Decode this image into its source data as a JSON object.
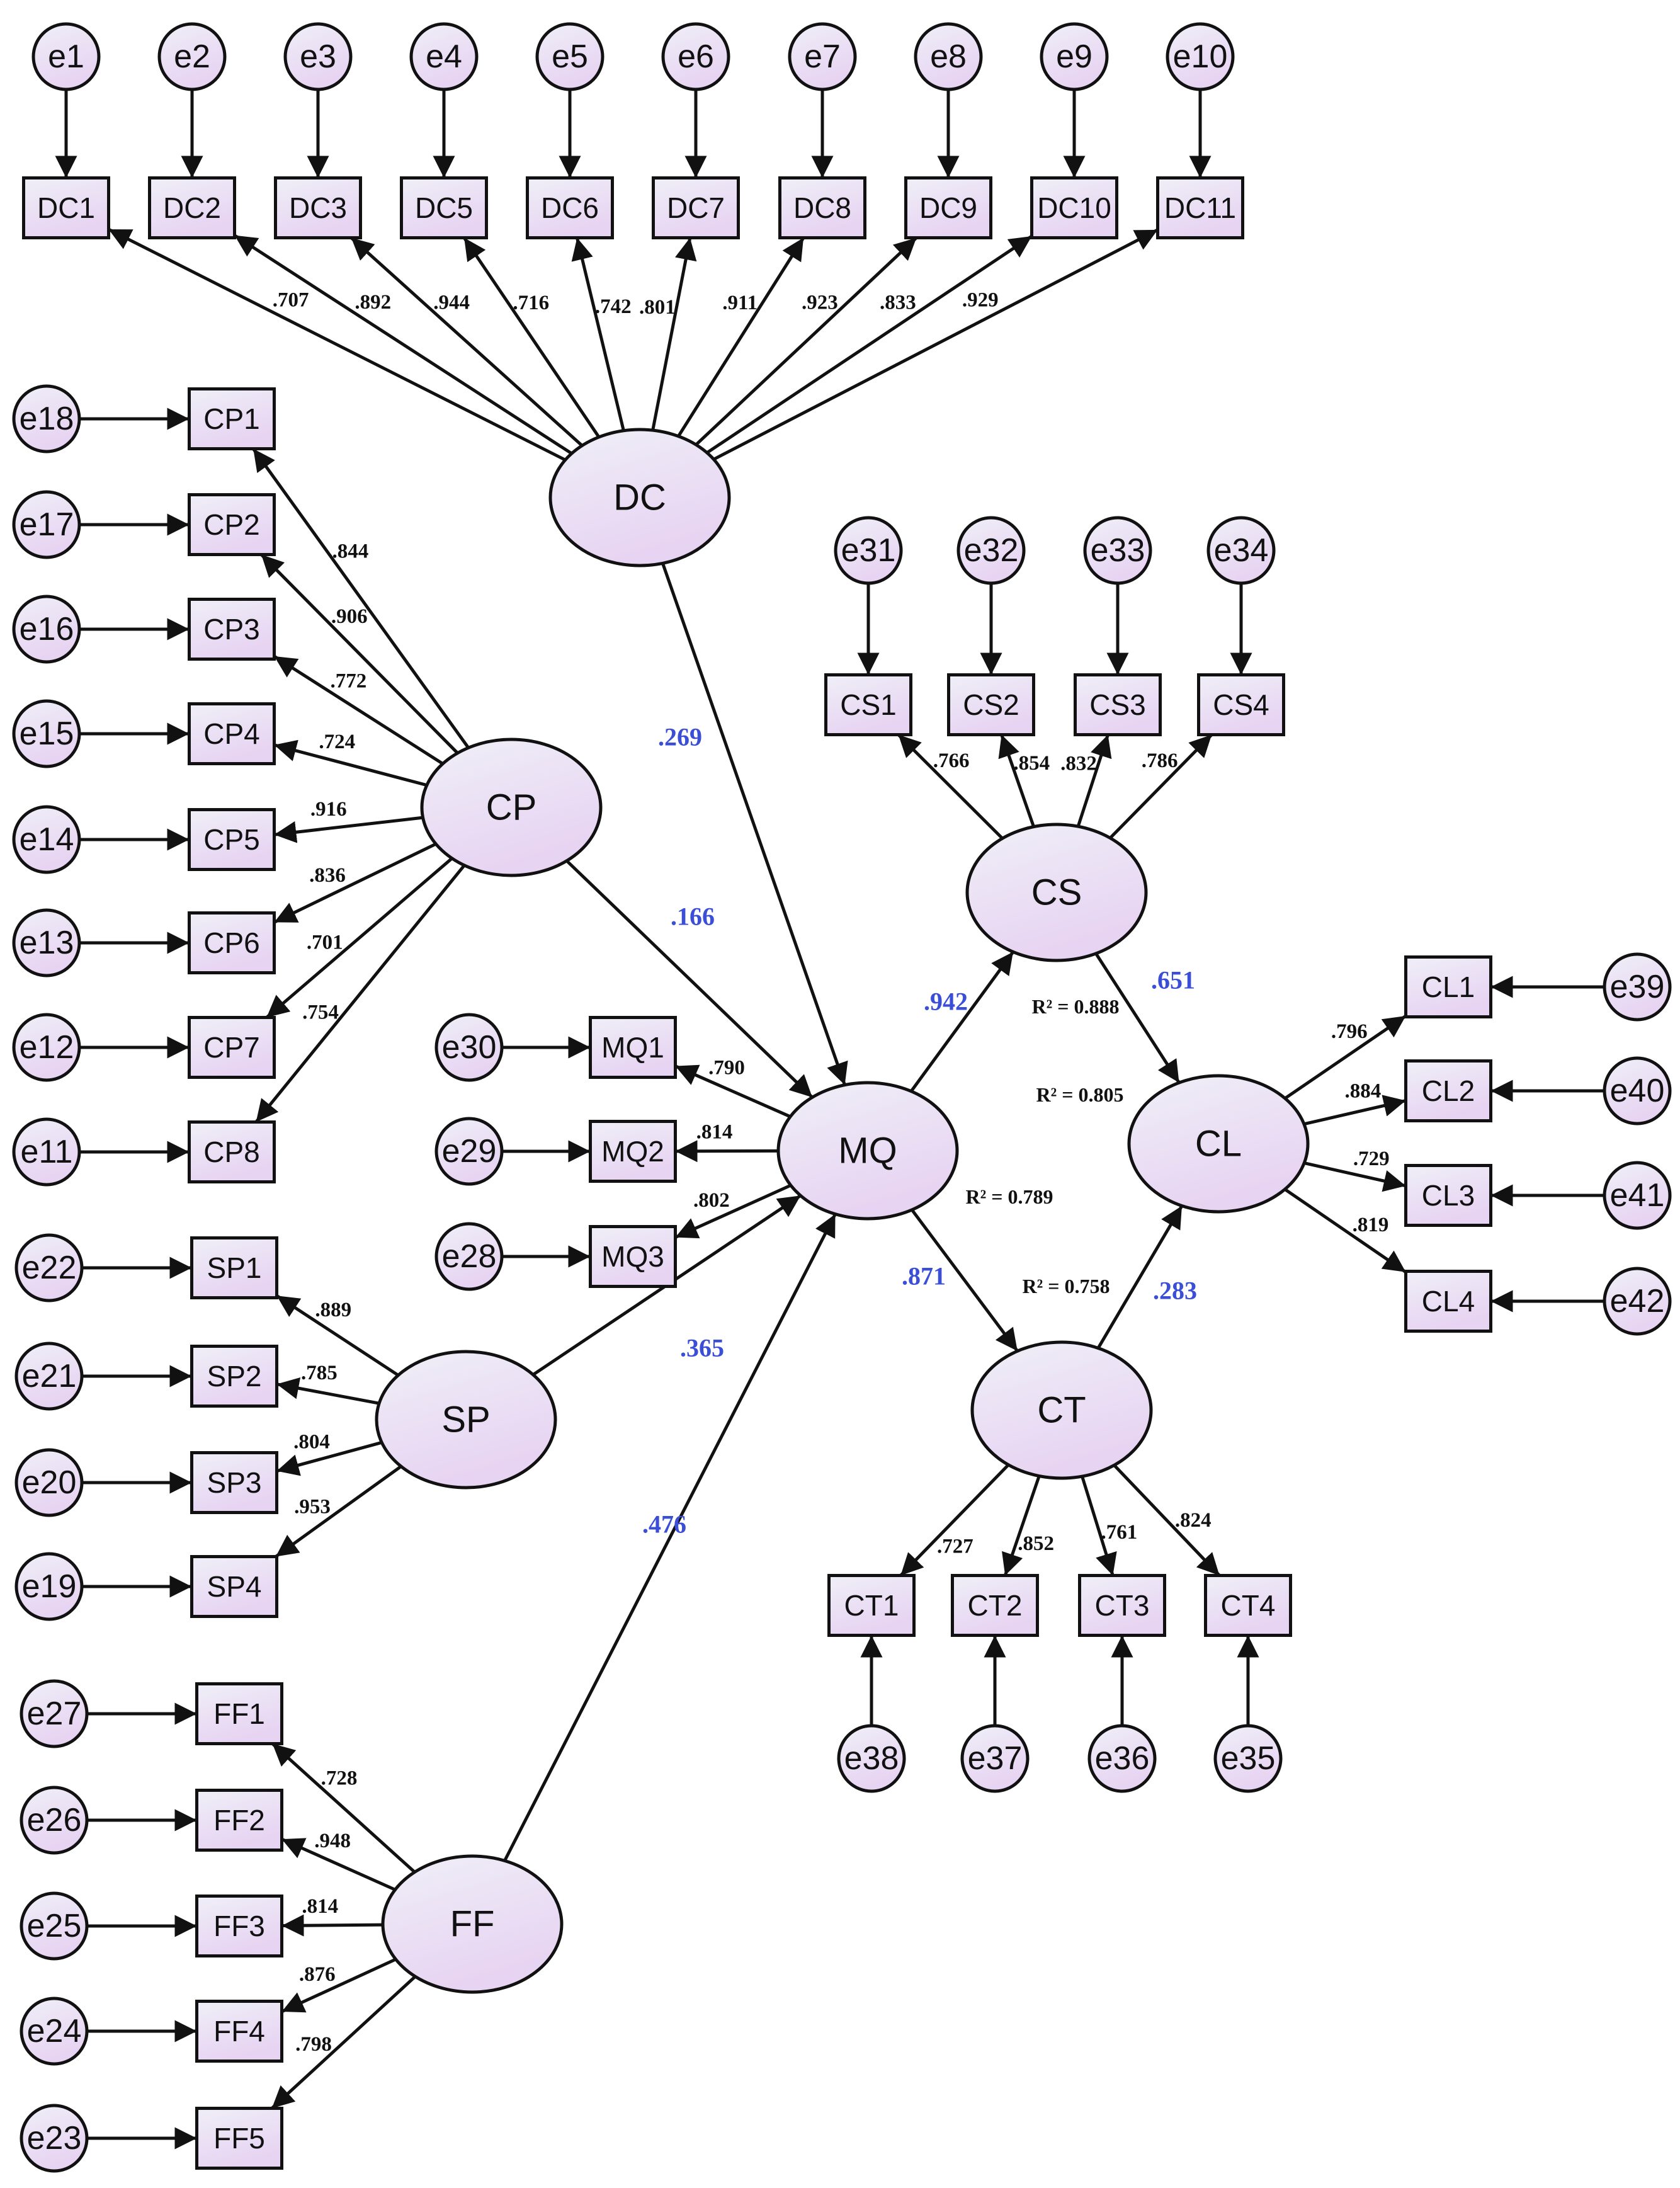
{
  "colors": {
    "node_fill_top": "#efeff7",
    "node_fill_bottom": "#e7d3f2",
    "stroke": "#111111",
    "path_label": "#3b4fd6",
    "loading_label": "#111111"
  },
  "latents": [
    {
      "id": "DC",
      "label": "DC"
    },
    {
      "id": "CP",
      "label": "CP"
    },
    {
      "id": "SP",
      "label": "SP"
    },
    {
      "id": "FF",
      "label": "FF"
    },
    {
      "id": "MQ",
      "label": "MQ"
    },
    {
      "id": "CS",
      "label": "CS"
    },
    {
      "id": "CT",
      "label": "CT"
    },
    {
      "id": "CL",
      "label": "CL"
    }
  ],
  "measurement": {
    "DC": [
      {
        "ind": "DC1",
        "err": "e1",
        "loading": ".707"
      },
      {
        "ind": "DC2",
        "err": "e2",
        "loading": ".892"
      },
      {
        "ind": "DC3",
        "err": "e3",
        "loading": ".944"
      },
      {
        "ind": "DC5",
        "err": "e4",
        "loading": ".716"
      },
      {
        "ind": "DC6",
        "err": "e5",
        "loading": ".742"
      },
      {
        "ind": "DC7",
        "err": "e6",
        "loading": ".801"
      },
      {
        "ind": "DC8",
        "err": "e7",
        "loading": ".911"
      },
      {
        "ind": "DC9",
        "err": "e8",
        "loading": ".923"
      },
      {
        "ind": "DC10",
        "err": "e9",
        "loading": ".833"
      },
      {
        "ind": "DC11",
        "err": "e10",
        "loading": ".929"
      }
    ],
    "CP": [
      {
        "ind": "CP1",
        "err": "e18",
        "loading": ".844"
      },
      {
        "ind": "CP2",
        "err": "e17",
        "loading": ".906"
      },
      {
        "ind": "CP3",
        "err": "e16",
        "loading": ".772"
      },
      {
        "ind": "CP4",
        "err": "e15",
        "loading": ".724"
      },
      {
        "ind": "CP5",
        "err": "e14",
        "loading": ".916"
      },
      {
        "ind": "CP6",
        "err": "e13",
        "loading": ".836"
      },
      {
        "ind": "CP7",
        "err": "e12",
        "loading": ".701"
      },
      {
        "ind": "CP8",
        "err": "e11",
        "loading": ".754"
      }
    ],
    "SP": [
      {
        "ind": "SP1",
        "err": "e22",
        "loading": ".889"
      },
      {
        "ind": "SP2",
        "err": "e21",
        "loading": ".785"
      },
      {
        "ind": "SP3",
        "err": "e20",
        "loading": ".804"
      },
      {
        "ind": "SP4",
        "err": "e19",
        "loading": ".953"
      }
    ],
    "FF": [
      {
        "ind": "FF1",
        "err": "e27",
        "loading": ".728"
      },
      {
        "ind": "FF2",
        "err": "e26",
        "loading": ".948"
      },
      {
        "ind": "FF3",
        "err": "e25",
        "loading": ".814"
      },
      {
        "ind": "FF4",
        "err": "e24",
        "loading": ".876"
      },
      {
        "ind": "FF5",
        "err": "e23",
        "loading": ".798"
      }
    ],
    "MQ": [
      {
        "ind": "MQ1",
        "err": "e30",
        "loading": ".790"
      },
      {
        "ind": "MQ2",
        "err": "e29",
        "loading": ".814"
      },
      {
        "ind": "MQ3",
        "err": "e28",
        "loading": ".802"
      }
    ],
    "CS": [
      {
        "ind": "CS1",
        "err": "e31",
        "loading": ".766"
      },
      {
        "ind": "CS2",
        "err": "e32",
        "loading": ".854"
      },
      {
        "ind": "CS3",
        "err": "e33",
        "loading": ".832"
      },
      {
        "ind": "CS4",
        "err": "e34",
        "loading": ".786"
      }
    ],
    "CT": [
      {
        "ind": "CT1",
        "err": "e38",
        "loading": ".727"
      },
      {
        "ind": "CT2",
        "err": "e37",
        "loading": ".852"
      },
      {
        "ind": "CT3",
        "err": "e36",
        "loading": ".761"
      },
      {
        "ind": "CT4",
        "err": "e35",
        "loading": ".824"
      }
    ],
    "CL": [
      {
        "ind": "CL1",
        "err": "e39",
        "loading": ".796"
      },
      {
        "ind": "CL2",
        "err": "e40",
        "loading": ".884"
      },
      {
        "ind": "CL3",
        "err": "e41",
        "loading": ".729"
      },
      {
        "ind": "CL4",
        "err": "e42",
        "loading": ".819"
      }
    ]
  },
  "structural": [
    {
      "from": "DC",
      "to": "MQ",
      "coef": ".269"
    },
    {
      "from": "CP",
      "to": "MQ",
      "coef": ".166"
    },
    {
      "from": "SP",
      "to": "MQ",
      "coef": ".365"
    },
    {
      "from": "FF",
      "to": "MQ",
      "coef": ".476"
    },
    {
      "from": "MQ",
      "to": "CS",
      "coef": ".942"
    },
    {
      "from": "MQ",
      "to": "CT",
      "coef": ".871"
    },
    {
      "from": "CS",
      "to": "CL",
      "coef": ".651"
    },
    {
      "from": "CT",
      "to": "CL",
      "coef": ".283"
    }
  ],
  "r_squared": [
    {
      "construct": "CS",
      "text": "R² = 0.888"
    },
    {
      "construct": "CL",
      "text": "R² = 0.805"
    },
    {
      "construct": "MQ",
      "text": "R² = 0.789"
    },
    {
      "construct": "CT",
      "text": "R² = 0.758"
    }
  ]
}
